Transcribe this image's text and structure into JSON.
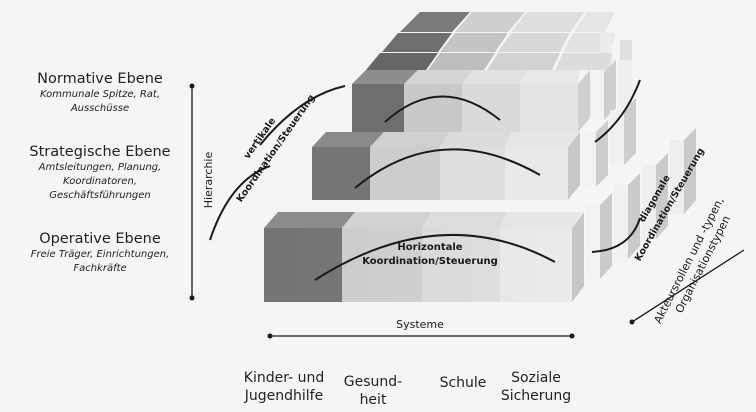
{
  "levels": [
    {
      "title": "Normative Ebene",
      "desc": [
        "Kommunale Spitze, Rat,",
        "Ausschüsse"
      ]
    },
    {
      "title": "Strategische Ebene",
      "desc": [
        "Amtsleitungen, Planung,",
        "Koordinatoren,",
        "Geschäftsführungen"
      ]
    },
    {
      "title": "Operative Ebene",
      "desc": [
        "Freie Träger, Einrichtungen,",
        "Fachkräfte"
      ]
    }
  ],
  "axes": {
    "hierarchy": "Hierarchie",
    "systems": "Systeme",
    "actors_line1": "Akteursrollen und -typen,",
    "actors_line2": "Organisationstypen"
  },
  "coordination": {
    "vertical_line1": "vertikale",
    "vertical_line2": "Koordination/Steuerung",
    "horizontal_line1": "Horizontale",
    "horizontal_line2": "Koordination/Steuerung",
    "diagonal_line1": "diagonale",
    "diagonal_line2": "Koordination/Steuerung"
  },
  "systems": [
    [
      "Kinder- und",
      "Jugendhilfe"
    ],
    [
      "Gesund-",
      "heit"
    ],
    [
      "Schule",
      ""
    ],
    [
      "Soziale",
      "Sicherung"
    ]
  ]
}
